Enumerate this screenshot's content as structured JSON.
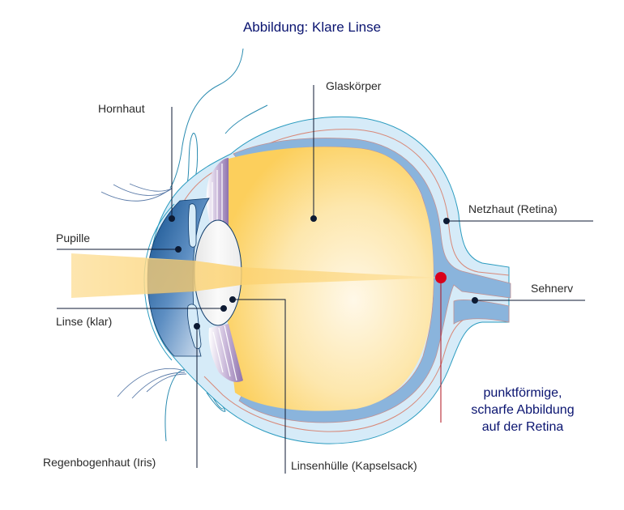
{
  "title": "Abbildung: Klare Linse",
  "labels": {
    "hornhaut": "Hornhaut",
    "pupille": "Pupille",
    "linse": "Linse (klar)",
    "iris": "Regenbogenhaut (Iris)",
    "linsenhuelle": "Linsenhülle (Kapselsack)",
    "glaskoerper": "Glaskörper",
    "netzhaut": "Netzhaut (Retina)",
    "sehnerv": "Sehnerv"
  },
  "note": {
    "lines": [
      "punktförmige,",
      "scharfe Abbildung",
      "auf der Retina"
    ]
  },
  "colors": {
    "title": "#0a1470",
    "label": "#2a2a2a",
    "leader": "#0d1a33",
    "sclera": "#d6ebf8",
    "retina": "#8ab4dc",
    "vitreous": "#fde3a0",
    "light_beam": "#fcd98a",
    "focus_point": "#d9001b",
    "cornea": "#1c5a96",
    "lens": "#f2f2f2"
  }
}
